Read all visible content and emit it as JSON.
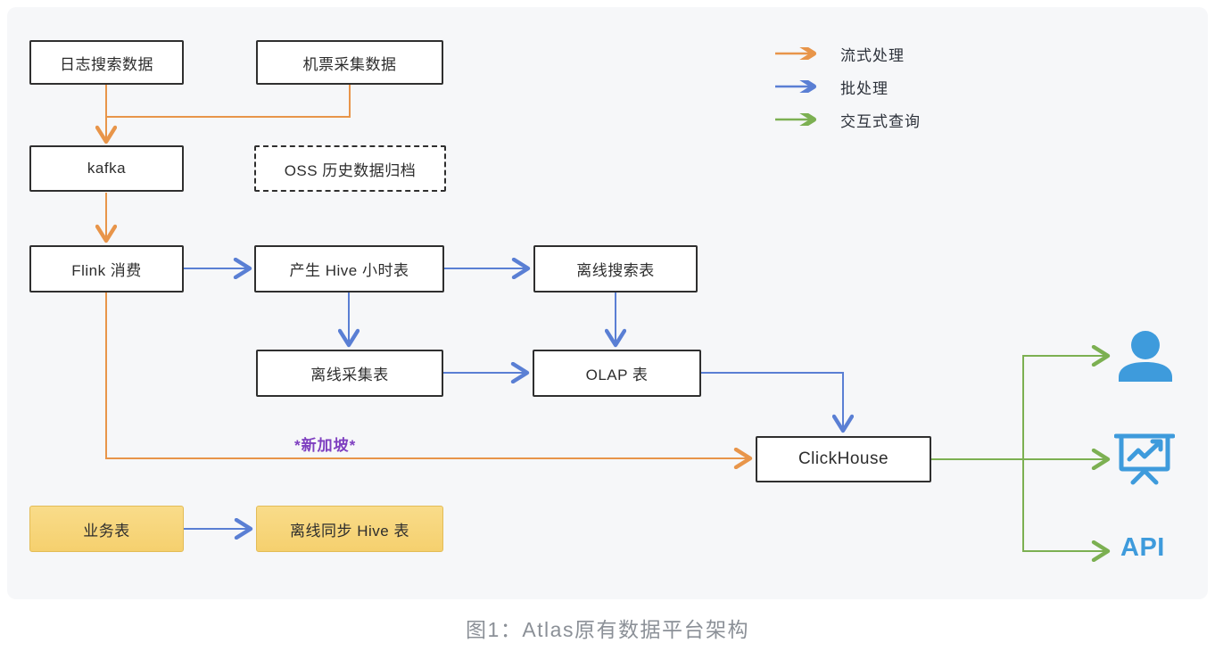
{
  "nodes": {
    "log_search": "日志搜索数据",
    "ticket_collect": "机票采集数据",
    "kafka": "kafka",
    "oss_archive": "OSS 历史数据归档",
    "flink": "Flink 消费",
    "hive_hour": "产生 Hive 小时表",
    "offline_search": "离线搜索表",
    "offline_collect": "离线采集表",
    "olap": "OLAP 表",
    "clickhouse": "ClickHouse",
    "business": "业务表",
    "offline_sync_hive": "离线同步 Hive 表"
  },
  "legend": {
    "items": [
      {
        "label": "流式处理",
        "color": "#e8954a"
      },
      {
        "label": "批处理",
        "color": "#5a7fd4"
      },
      {
        "label": "交互式查询",
        "color": "#7cb052"
      }
    ]
  },
  "annotation": {
    "singapore": "*新加坡*"
  },
  "outputs": {
    "user_icon": "user-icon",
    "dashboard_icon": "presentation-chart-icon",
    "api": "API"
  },
  "caption": {
    "text": "图1：Atlas原有数据平台架构"
  },
  "edges": [
    {
      "from": "日志搜索数据",
      "to": "kafka",
      "type": "流式处理"
    },
    {
      "from": "机票采集数据",
      "to": "kafka",
      "type": "流式处理"
    },
    {
      "from": "kafka",
      "to": "Flink 消费",
      "type": "流式处理"
    },
    {
      "from": "Flink 消费",
      "to": "ClickHouse",
      "type": "流式处理",
      "note": "*新加坡*"
    },
    {
      "from": "Flink 消费",
      "to": "产生 Hive 小时表",
      "type": "批处理"
    },
    {
      "from": "产生 Hive 小时表",
      "to": "离线搜索表",
      "type": "批处理"
    },
    {
      "from": "产生 Hive 小时表",
      "to": "离线采集表",
      "type": "批处理"
    },
    {
      "from": "离线搜索表",
      "to": "OLAP 表",
      "type": "批处理"
    },
    {
      "from": "离线采集表",
      "to": "OLAP 表",
      "type": "批处理"
    },
    {
      "from": "OLAP 表",
      "to": "ClickHouse",
      "type": "批处理"
    },
    {
      "from": "业务表",
      "to": "离线同步 Hive 表",
      "type": "批处理"
    },
    {
      "from": "ClickHouse",
      "to": "user-icon",
      "type": "交互式查询"
    },
    {
      "from": "ClickHouse",
      "to": "presentation-chart-icon",
      "type": "交互式查询"
    },
    {
      "from": "ClickHouse",
      "to": "API",
      "type": "交互式查询"
    }
  ],
  "colors": {
    "stream": "#e8954a",
    "batch": "#5a7fd4",
    "interactive": "#7cb052",
    "node_border": "#2f2f2f",
    "yellow_fill": "#f8d77e",
    "yellow_border": "#e3bc57",
    "icon_blue": "#3e9bdc",
    "annotation_purple": "#7e3fc0",
    "caption_gray": "#8b9097",
    "panel_bg": "#f6f7f9"
  }
}
